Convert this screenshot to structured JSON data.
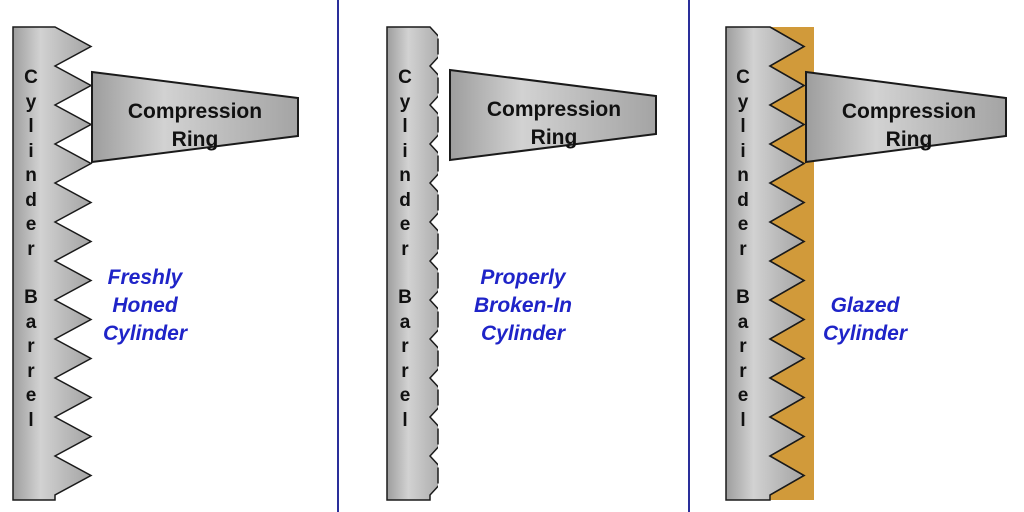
{
  "diagram": {
    "barrel_label": "Cylinder Barrel",
    "ring_label_line1": "Compression",
    "ring_label_line2": "Ring",
    "colors": {
      "metal": "#b9b9b9",
      "outline": "#1a1a1a",
      "divider": "#2a2f9a",
      "condition_text": "#1f24c8",
      "glaze": "#d19a3a"
    },
    "panels": [
      {
        "id": "fresh",
        "condition_lines": [
          "Freshly",
          "Honed",
          "Cylinder"
        ],
        "glazed": false
      },
      {
        "id": "broken",
        "condition_lines": [
          "Properly",
          "Broken-In",
          "Cylinder"
        ],
        "glazed": false
      },
      {
        "id": "glazed",
        "condition_lines": [
          "Glazed",
          "Cylinder"
        ],
        "glazed": true
      }
    ]
  }
}
